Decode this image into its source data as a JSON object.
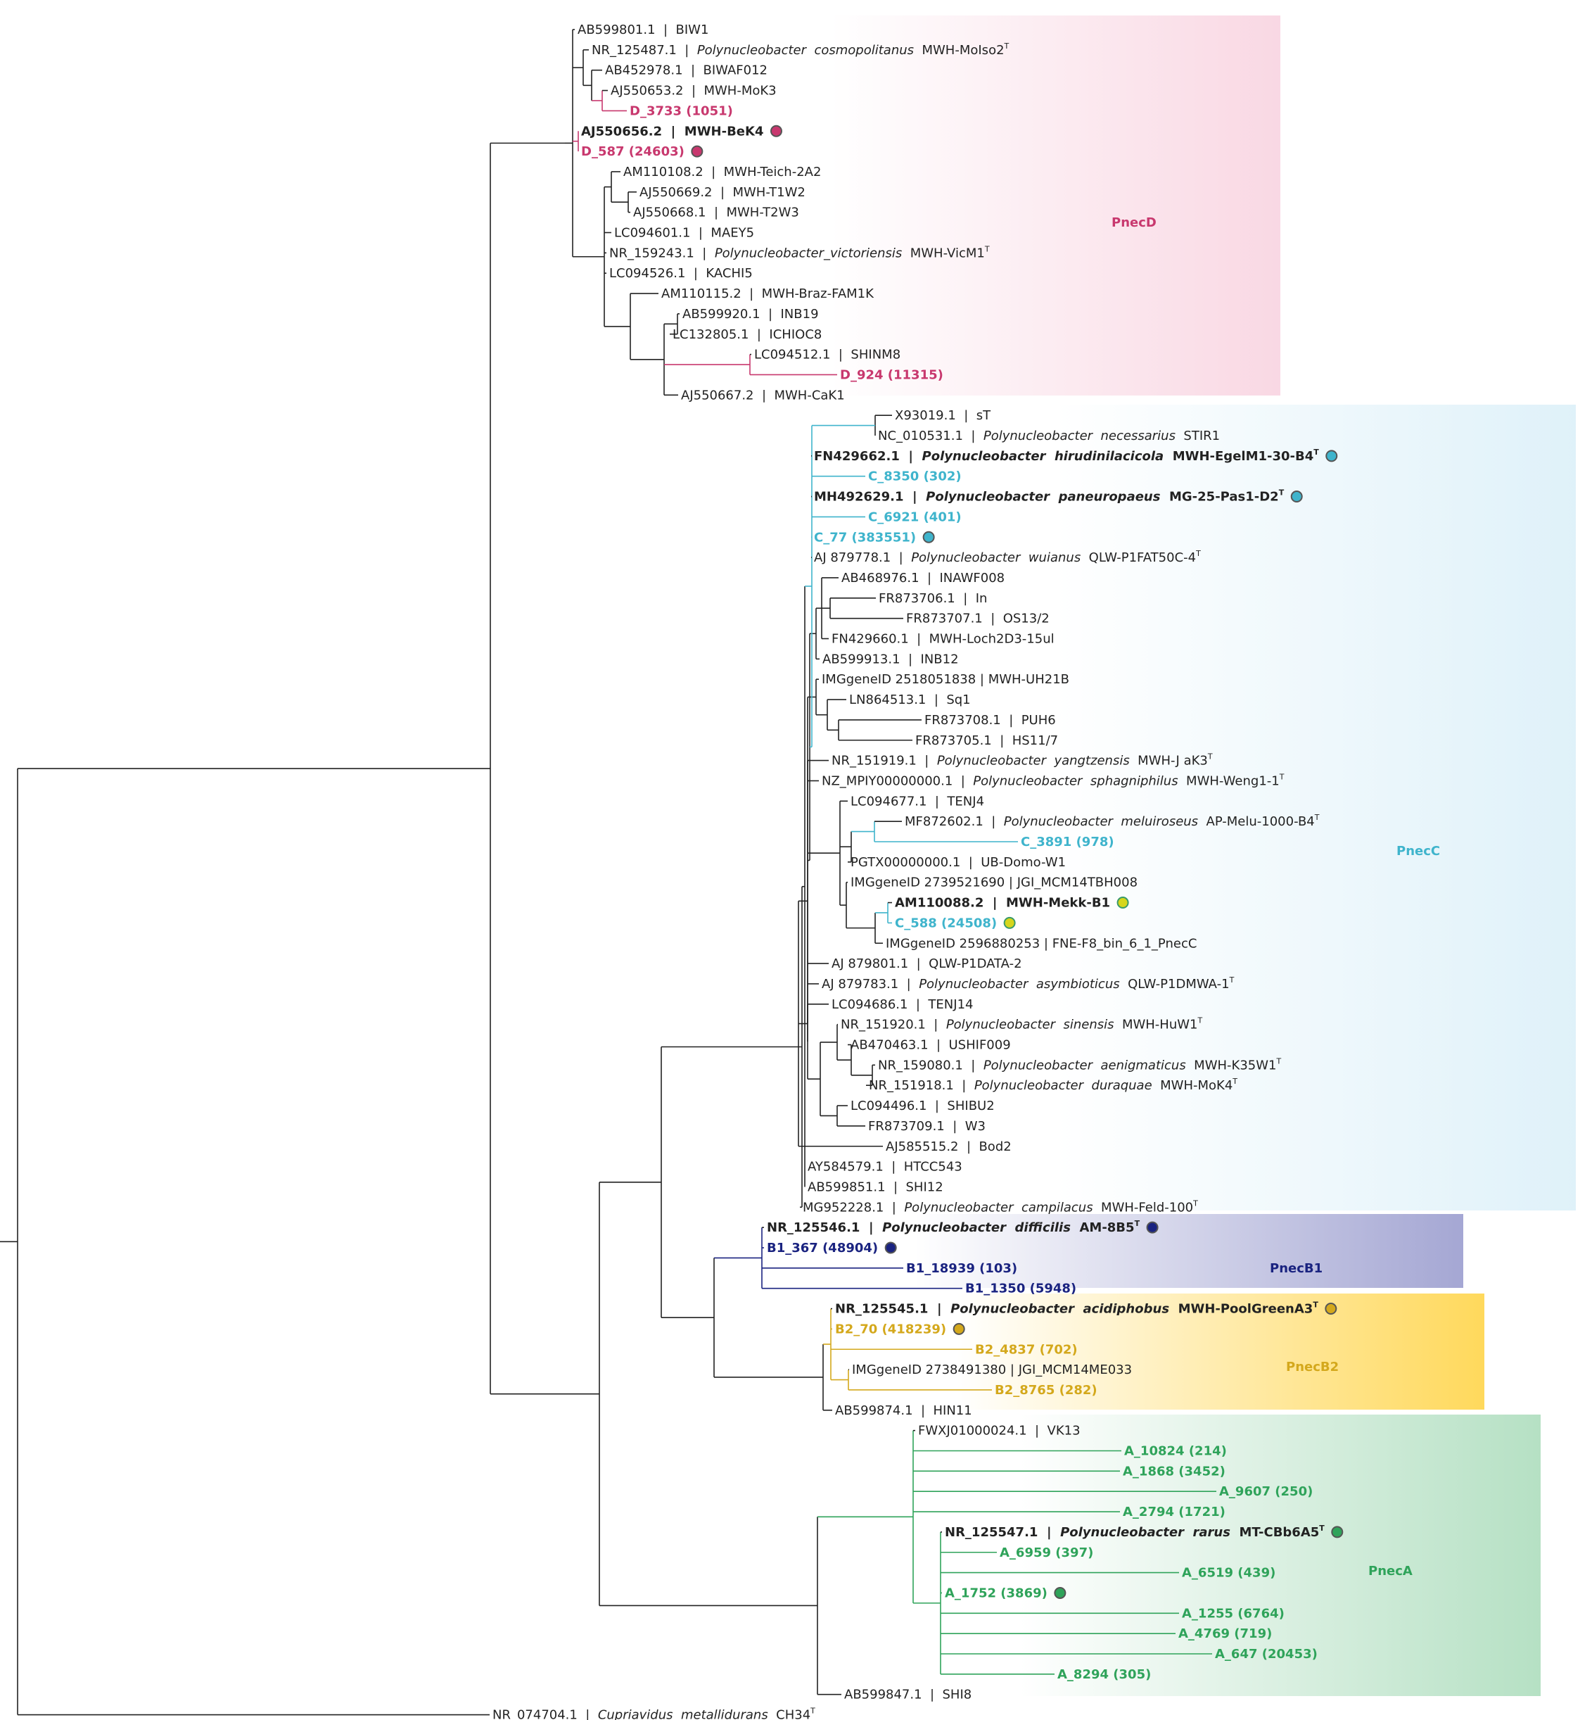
{
  "colors": {
    "black": "#222222",
    "D": "#c8386e",
    "C": "#3fb4cc",
    "B1": "#1a2380",
    "B2": "#d4a81c",
    "A": "#2fa35a",
    "mekk": "#d6d61c"
  },
  "clades": [
    {
      "key": "D",
      "label": "PnecD"
    },
    {
      "key": "C",
      "label": "PnecC"
    },
    {
      "key": "B1",
      "label": "PnecB1"
    },
    {
      "key": "B2",
      "label": "PnecB2"
    },
    {
      "key": "A",
      "label": "PnecA"
    }
  ],
  "leaves": [
    {
      "id": "biw1",
      "parts": [
        {
          "t": "AB599801.1  |  BIW1"
        }
      ]
    },
    {
      "id": "cosmo",
      "parts": [
        {
          "t": "NR_125487.1  |  "
        },
        {
          "t": "Polynucleobacter  cosmopolitanus",
          "i": true
        },
        {
          "t": "  MWH-MoIso2"
        },
        {
          "t": "T",
          "s": true
        }
      ]
    },
    {
      "id": "biwaf012",
      "parts": [
        {
          "t": "AB452978.1  |  BIWAF012"
        }
      ]
    },
    {
      "id": "mok3",
      "parts": [
        {
          "t": "AJ550653.2  |  MWH-MoK3"
        }
      ]
    },
    {
      "id": "d3733",
      "c": "D",
      "b": true,
      "parts": [
        {
          "t": "D_3733 (1051)"
        }
      ]
    },
    {
      "id": "bek4",
      "b": true,
      "m": "D",
      "parts": [
        {
          "t": "AJ550656.2  |  MWH-BeK4"
        }
      ]
    },
    {
      "id": "d587",
      "c": "D",
      "b": true,
      "m": "D",
      "parts": [
        {
          "t": "D_587 (24603)"
        }
      ]
    },
    {
      "id": "teich",
      "parts": [
        {
          "t": "AM110108.2  |  MWH-Teich-2A2"
        }
      ]
    },
    {
      "id": "t1w2",
      "parts": [
        {
          "t": "AJ550669.2  |  MWH-T1W2"
        }
      ]
    },
    {
      "id": "t2w3",
      "parts": [
        {
          "t": "AJ550668.1  |  MWH-T2W3"
        }
      ]
    },
    {
      "id": "maey5",
      "parts": [
        {
          "t": "LC094601.1  |  MAEY5"
        }
      ]
    },
    {
      "id": "vict",
      "parts": [
        {
          "t": "NR_159243.1  |  "
        },
        {
          "t": "Polynucleobacter_victoriensis",
          "i": true
        },
        {
          "t": "  MWH-VicM1"
        },
        {
          "t": "T",
          "s": true
        }
      ]
    },
    {
      "id": "kachi5",
      "parts": [
        {
          "t": "LC094526.1  |  KACHI5"
        }
      ]
    },
    {
      "id": "braz",
      "parts": [
        {
          "t": "AM110115.2  |  MWH-Braz-FAM1K"
        }
      ]
    },
    {
      "id": "inb19",
      "parts": [
        {
          "t": "AB599920.1  |  INB19"
        }
      ]
    },
    {
      "id": "ichioc8",
      "parts": [
        {
          "t": "LC132805.1  |  ICHIOC8"
        }
      ]
    },
    {
      "id": "shinm8",
      "parts": [
        {
          "t": "LC094512.1  |  SHINM8"
        }
      ]
    },
    {
      "id": "d924",
      "c": "D",
      "b": true,
      "parts": [
        {
          "t": "D_924 (11315)"
        }
      ]
    },
    {
      "id": "cak1",
      "parts": [
        {
          "t": "AJ550667.2  |  MWH-CaK1"
        }
      ]
    },
    {
      "id": "x93019",
      "parts": [
        {
          "t": "X93019.1  |  sT"
        }
      ]
    },
    {
      "id": "nec",
      "parts": [
        {
          "t": "NC_010531.1  |  "
        },
        {
          "t": "Polynucleobacter  necessarius",
          "i": true
        },
        {
          "t": "  STIR1"
        }
      ]
    },
    {
      "id": "hirud",
      "b": true,
      "m": "C",
      "parts": [
        {
          "t": "FN429662.1  |  "
        },
        {
          "t": "Polynucleobacter  hirudinilacicola",
          "i": true
        },
        {
          "t": "  MWH-EgelM1-30-B4"
        },
        {
          "t": "T",
          "s": true
        }
      ]
    },
    {
      "id": "c8350",
      "c": "C",
      "b": true,
      "parts": [
        {
          "t": "C_8350 (302)"
        }
      ]
    },
    {
      "id": "paneu",
      "b": true,
      "m": "C",
      "parts": [
        {
          "t": "MH492629.1  |  "
        },
        {
          "t": "Polynucleobacter  paneuropaeus",
          "i": true
        },
        {
          "t": "  MG-25-Pas1-D2"
        },
        {
          "t": "T",
          "s": true
        }
      ]
    },
    {
      "id": "c6921",
      "c": "C",
      "b": true,
      "parts": [
        {
          "t": "C_6921 (401)"
        }
      ]
    },
    {
      "id": "c77",
      "c": "C",
      "b": true,
      "m": "C",
      "parts": [
        {
          "t": "C_77 (383551)"
        }
      ]
    },
    {
      "id": "wuia",
      "parts": [
        {
          "t": "AJ 879778.1  |  "
        },
        {
          "t": "Polynucleobacter  wuianus",
          "i": true
        },
        {
          "t": "  QLW-P1FAT50C-4"
        },
        {
          "t": "T",
          "s": true
        }
      ]
    },
    {
      "id": "inawf008",
      "parts": [
        {
          "t": "AB468976.1  |  INAWF008"
        }
      ]
    },
    {
      "id": "fr706",
      "parts": [
        {
          "t": "FR873706.1  |  In"
        }
      ]
    },
    {
      "id": "fr707",
      "parts": [
        {
          "t": "FR873707.1  |  OS13/2"
        }
      ]
    },
    {
      "id": "loch",
      "parts": [
        {
          "t": "FN429660.1  |  MWH-Loch2D3-15ul"
        }
      ]
    },
    {
      "id": "inb12",
      "parts": [
        {
          "t": "AB599913.1  |  INB12"
        }
      ]
    },
    {
      "id": "uh21b",
      "parts": [
        {
          "t": "IMGgeneID 2518051838 | MWH-UH21B"
        }
      ]
    },
    {
      "id": "sq1",
      "parts": [
        {
          "t": "LN864513.1  |  Sq1"
        }
      ]
    },
    {
      "id": "puh6",
      "parts": [
        {
          "t": "FR873708.1  |  PUH6"
        }
      ]
    },
    {
      "id": "hs117",
      "parts": [
        {
          "t": "FR873705.1  |  HS11/7"
        }
      ]
    },
    {
      "id": "yang",
      "parts": [
        {
          "t": "NR_151919.1  |  "
        },
        {
          "t": "Polynucleobacter  yangtzensis",
          "i": true
        },
        {
          "t": "  MWH-J aK3"
        },
        {
          "t": "T",
          "s": true
        }
      ]
    },
    {
      "id": "sphag",
      "parts": [
        {
          "t": "NZ_MPIY00000000.1  |  "
        },
        {
          "t": "Polynucleobacter  sphagniphilus",
          "i": true
        },
        {
          "t": "  MWH-Weng1-1"
        },
        {
          "t": "T",
          "s": true
        }
      ]
    },
    {
      "id": "tenj4",
      "parts": [
        {
          "t": "LC094677.1  |  TENJ4"
        }
      ]
    },
    {
      "id": "melu",
      "parts": [
        {
          "t": "MF872602.1  |  "
        },
        {
          "t": "Polynucleobacter  meluiroseus",
          "i": true
        },
        {
          "t": "  AP-Melu-1000-B4"
        },
        {
          "t": "T",
          "s": true
        }
      ]
    },
    {
      "id": "c3891",
      "c": "C",
      "b": true,
      "parts": [
        {
          "t": "C_3891 (978)"
        }
      ]
    },
    {
      "id": "domo",
      "parts": [
        {
          "t": "PGTX00000000.1  |  UB-Domo-W1"
        }
      ]
    },
    {
      "id": "jgi008",
      "parts": [
        {
          "t": "IMGgeneID 2739521690 | JGI_MCM14TBH008"
        }
      ]
    },
    {
      "id": "mekk",
      "b": true,
      "m": "mekk",
      "parts": [
        {
          "t": "AM110088.2  |  MWH-Mekk-B1"
        }
      ]
    },
    {
      "id": "c588",
      "c": "C",
      "b": true,
      "m": "mekk",
      "parts": [
        {
          "t": "C_588 (24508)"
        }
      ]
    },
    {
      "id": "fnef8",
      "parts": [
        {
          "t": "IMGgeneID 2596880253 | FNE-F8_bin_6_1_PnecC"
        }
      ]
    },
    {
      "id": "p1data",
      "parts": [
        {
          "t": "AJ 879801.1  |  QLW-P1DATA-2"
        }
      ]
    },
    {
      "id": "asym",
      "parts": [
        {
          "t": "AJ 879783.1  |  "
        },
        {
          "t": "Polynucleobacter  asymbioticus",
          "i": true
        },
        {
          "t": "  QLW-P1DMWA-1"
        },
        {
          "t": "T",
          "s": true
        }
      ]
    },
    {
      "id": "tenj14",
      "parts": [
        {
          "t": "LC094686.1  |  TENJ14"
        }
      ]
    },
    {
      "id": "sinen",
      "parts": [
        {
          "t": "NR_151920.1  |  "
        },
        {
          "t": "Polynucleobacter  sinensis",
          "i": true
        },
        {
          "t": "  MWH-HuW1"
        },
        {
          "t": "T",
          "s": true
        }
      ]
    },
    {
      "id": "ushif",
      "parts": [
        {
          "t": "AB470463.1  |  USHIF009"
        }
      ]
    },
    {
      "id": "aenig",
      "parts": [
        {
          "t": "NR_159080.1  |  "
        },
        {
          "t": "Polynucleobacter  aenigmaticus",
          "i": true
        },
        {
          "t": "  MWH-K35W1"
        },
        {
          "t": "T",
          "s": true
        }
      ]
    },
    {
      "id": "durq",
      "parts": [
        {
          "t": "NR_151918.1  |  "
        },
        {
          "t": "Polynucleobacter  duraquae",
          "i": true
        },
        {
          "t": "  MWH-MoK4"
        },
        {
          "t": "T",
          "s": true
        }
      ]
    },
    {
      "id": "shibu2",
      "parts": [
        {
          "t": "LC094496.1  |  SHIBU2"
        }
      ]
    },
    {
      "id": "w3",
      "parts": [
        {
          "t": "FR873709.1  |  W3"
        }
      ]
    },
    {
      "id": "bod2",
      "parts": [
        {
          "t": "AJ585515.2  |  Bod2"
        }
      ]
    },
    {
      "id": "htcc",
      "parts": [
        {
          "t": "AY584579.1  |  HTCC543"
        }
      ]
    },
    {
      "id": "shi12",
      "parts": [
        {
          "t": "AB599851.1  |  SHI12"
        }
      ]
    },
    {
      "id": "camp",
      "parts": [
        {
          "t": "MG952228.1  |  "
        },
        {
          "t": "Polynucleobacter  campilacus",
          "i": true
        },
        {
          "t": "  MWH-Feld-100"
        },
        {
          "t": "T",
          "s": true
        }
      ]
    },
    {
      "id": "diff",
      "b": true,
      "m": "B1",
      "parts": [
        {
          "t": "NR_125546.1  |  "
        },
        {
          "t": "Polynucleobacter  difficilis",
          "i": true
        },
        {
          "t": "  AM-8B5"
        },
        {
          "t": "T",
          "s": true
        }
      ]
    },
    {
      "id": "b1367",
      "c": "B1",
      "b": true,
      "m": "B1",
      "parts": [
        {
          "t": "B1_367 (48904)"
        }
      ]
    },
    {
      "id": "b118939",
      "c": "B1",
      "b": true,
      "parts": [
        {
          "t": "B1_18939 (103)"
        }
      ]
    },
    {
      "id": "b11350",
      "c": "B1",
      "b": true,
      "parts": [
        {
          "t": "B1_1350 (5948)"
        }
      ]
    },
    {
      "id": "acid",
      "b": true,
      "m": "B2",
      "parts": [
        {
          "t": "NR_125545.1  |  "
        },
        {
          "t": "Polynucleobacter  acidiphobus",
          "i": true
        },
        {
          "t": "  MWH-PoolGreenA3"
        },
        {
          "t": "T",
          "s": true
        }
      ]
    },
    {
      "id": "b270",
      "c": "B2",
      "b": true,
      "m": "B2",
      "parts": [
        {
          "t": "B2_70 (418239)"
        }
      ]
    },
    {
      "id": "b24837",
      "c": "B2",
      "b": true,
      "parts": [
        {
          "t": "B2_4837 (702)"
        }
      ]
    },
    {
      "id": "jgi033",
      "parts": [
        {
          "t": "IMGgeneID 2738491380 | JGI_MCM14ME033"
        }
      ]
    },
    {
      "id": "b28765",
      "c": "B2",
      "b": true,
      "parts": [
        {
          "t": "B2_8765 (282)"
        }
      ]
    },
    {
      "id": "hin11",
      "parts": [
        {
          "t": "AB599874.1  |  HIN11"
        }
      ]
    },
    {
      "id": "vk13",
      "parts": [
        {
          "t": "FWXJ01000024.1  |  VK13"
        }
      ]
    },
    {
      "id": "a10824",
      "c": "A",
      "b": true,
      "parts": [
        {
          "t": "A_10824 (214)"
        }
      ]
    },
    {
      "id": "a1868",
      "c": "A",
      "b": true,
      "parts": [
        {
          "t": "A_1868 (3452)"
        }
      ]
    },
    {
      "id": "a9607",
      "c": "A",
      "b": true,
      "parts": [
        {
          "t": "A_9607 (250)"
        }
      ]
    },
    {
      "id": "a2794",
      "c": "A",
      "b": true,
      "parts": [
        {
          "t": "A_2794 (1721)"
        }
      ]
    },
    {
      "id": "rarus",
      "b": true,
      "m": "A",
      "parts": [
        {
          "t": "NR_125547.1  |  "
        },
        {
          "t": "Polynucleobacter  rarus",
          "i": true
        },
        {
          "t": "  MT-CBb6A5"
        },
        {
          "t": "T",
          "s": true
        }
      ]
    },
    {
      "id": "a6959",
      "c": "A",
      "b": true,
      "parts": [
        {
          "t": "A_6959 (397)"
        }
      ]
    },
    {
      "id": "a6519",
      "c": "A",
      "b": true,
      "parts": [
        {
          "t": "A_6519 (439)"
        }
      ]
    },
    {
      "id": "a1752",
      "c": "A",
      "b": true,
      "m": "A",
      "parts": [
        {
          "t": "A_1752 (3869)"
        }
      ]
    },
    {
      "id": "a1255",
      "c": "A",
      "b": true,
      "parts": [
        {
          "t": "A_1255 (6764)"
        }
      ]
    },
    {
      "id": "a4769",
      "c": "A",
      "b": true,
      "parts": [
        {
          "t": "A_4769 (719)"
        }
      ]
    },
    {
      "id": "a647",
      "c": "A",
      "b": true,
      "parts": [
        {
          "t": "A_647 (20453)"
        }
      ]
    },
    {
      "id": "a8294",
      "c": "A",
      "b": true,
      "parts": [
        {
          "t": "A_8294 (305)"
        }
      ]
    },
    {
      "id": "shi8",
      "parts": [
        {
          "t": "AB599847.1  |  SHI8"
        }
      ]
    },
    {
      "id": "cupr",
      "parts": [
        {
          "t": "NR_074704.1  |  "
        },
        {
          "t": "Cupriavidus  metallidurans",
          "i": true
        },
        {
          "t": "  CH34"
        },
        {
          "t": "T",
          "s": true
        }
      ]
    }
  ]
}
